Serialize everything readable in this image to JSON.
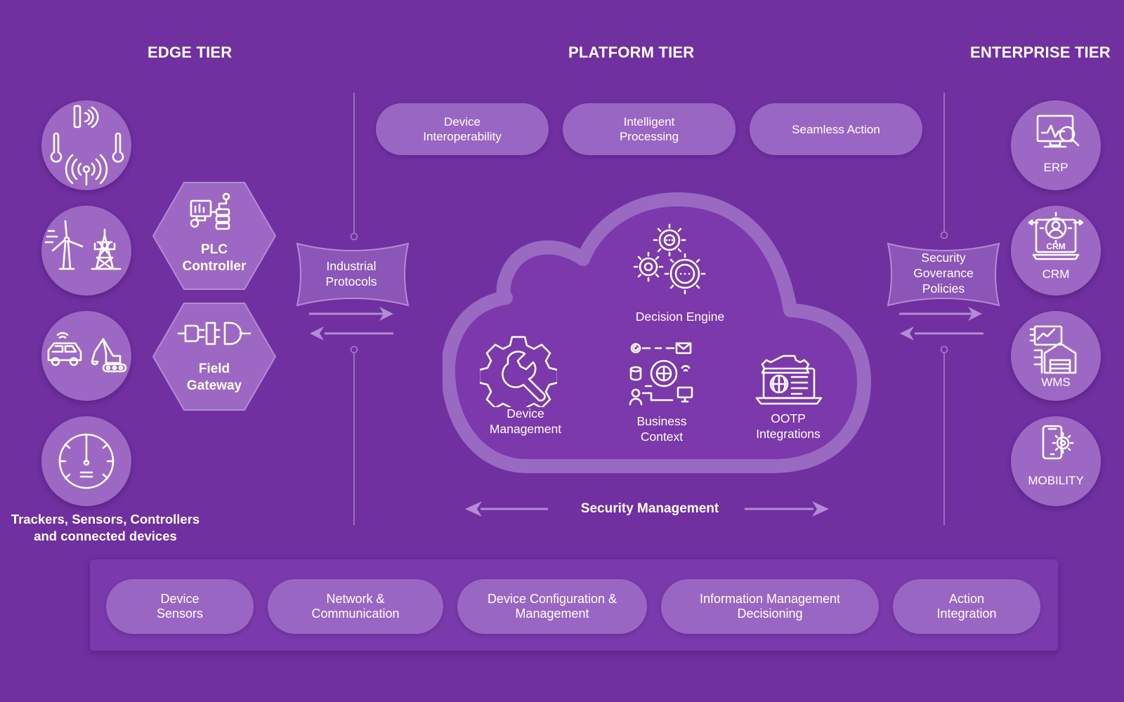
{
  "tiers": {
    "edge": "EDGE TIER",
    "platform": "PLATFORM TIER",
    "enterprise": "ENTERPRISE TIER"
  },
  "edge": {
    "hexagons": [
      {
        "label": "PLC\nController",
        "icon": "plc-controller-icon"
      },
      {
        "label": "Field\nGateway",
        "icon": "plug-icon"
      }
    ],
    "circles": [
      {
        "icon": "sensors-signal-thermometers-icon"
      },
      {
        "icon": "wind-turbine-power-tower-icon"
      },
      {
        "icon": "van-excavator-icon"
      },
      {
        "icon": "gauge-icon"
      }
    ],
    "caption": "Trackers, Sensors, Controllers\nand connected devices"
  },
  "connectors": {
    "left": "Industrial\nProtocols",
    "right": "Security\nGoverance\nPolicies"
  },
  "platform": {
    "top_pills": [
      "Device\nInteroperability",
      "Intelligent\nProcessing",
      "Seamless Action"
    ],
    "cloud_items": [
      {
        "label": "Decision Engine",
        "icon": "gears-icon"
      },
      {
        "label": "Device\nManagement",
        "icon": "gear-wrench-icon"
      },
      {
        "label": "Business\nContext",
        "icon": "business-network-icon"
      },
      {
        "label": "OOTP\nIntegrations",
        "icon": "laptop-globe-icon"
      }
    ],
    "security_management": "Security Management"
  },
  "enterprise": {
    "circles": [
      {
        "label": "ERP",
        "icon": "monitor-analytics-icon"
      },
      {
        "label": "CRM",
        "icon": "crm-laptop-icon"
      },
      {
        "label": "WMS",
        "icon": "warehouse-icon"
      },
      {
        "label": "MOBILITY",
        "icon": "mobile-gear-icon"
      }
    ]
  },
  "bottom_pills": [
    "Device\nSensors",
    "Network &\nCommunication",
    "Device Configuration &\nManagement",
    "Information Management\nDecisioning",
    "Action\nIntegration"
  ],
  "colors": {
    "background": "#7030a0",
    "element_fill": "#9d68c4",
    "band": "#7b3aab",
    "text": "#ffffff"
  }
}
